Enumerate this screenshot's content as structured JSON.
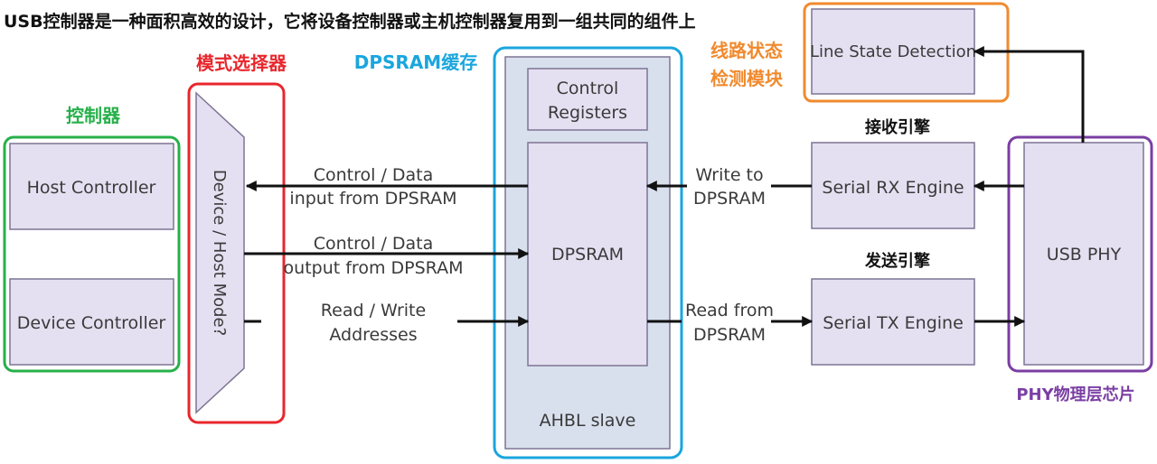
{
  "title": "USB控制器是一种面积高效的设计，它将设备控制器或主机控制器复用到一组共同的组件上",
  "labels": {
    "controller": "控制器",
    "mode_selector": "模式选择器",
    "dpsram_cache": "DPSRAM缓存",
    "line_state_detector": [
      "线路状态",
      "检测模块"
    ],
    "rx_engine_cn": "接收引擎",
    "tx_engine_cn": "发送引擎",
    "phy_chip": "PHY物理层芯片"
  },
  "blocks": {
    "host_controller": "Host Controller",
    "device_controller": "Device Controller",
    "mux": "Device / Host Mode?",
    "control_registers": [
      "Control",
      "Registers"
    ],
    "dpsram": "DPSRAM",
    "ahbl_slave": "AHBL slave",
    "line_state_detection": "Line State Detection",
    "serial_rx_engine": "Serial RX Engine",
    "serial_tx_engine": "Serial TX Engine",
    "usb_phy": "USB PHY"
  },
  "signals": {
    "ctrl_data_input": [
      "Control / Data",
      "input from DPSRAM"
    ],
    "ctrl_data_output": [
      "Control / Data",
      "output from DPSRAM"
    ],
    "rw_addresses": [
      "Read / Write",
      "Addresses"
    ],
    "write_to_dpsram": [
      "Write to",
      "DPSRAM"
    ],
    "read_from_dpsram": [
      "Read from",
      "DPSRAM"
    ]
  },
  "colors": {
    "controller_group": "#27b04a",
    "mode_selector_group": "#e8262c",
    "dpsram_group": "#1aa6de",
    "line_state_group": "#f08a2e",
    "phy_group": "#7a3ea3",
    "block_fill": "#e5e0f1",
    "ahbl_fill": "#d8e0ee"
  }
}
